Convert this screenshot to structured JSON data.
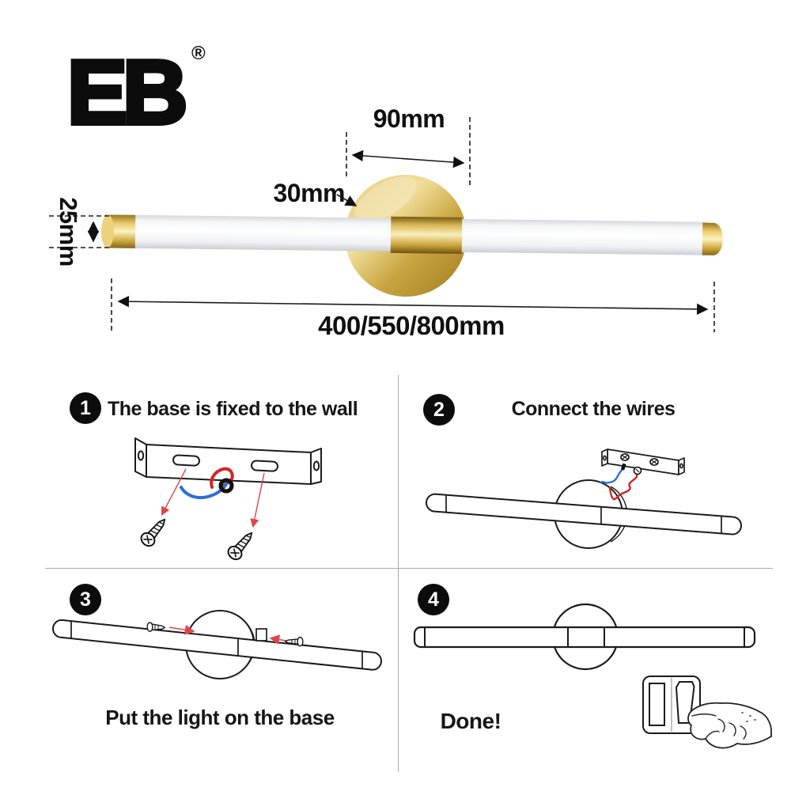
{
  "brand": {
    "logo_text": "EB",
    "registered_mark": "®"
  },
  "product": {
    "dimensions": {
      "base_diameter": "90mm",
      "base_depth": "30mm",
      "tube_diameter": "25mm",
      "length_options": "400/550/800mm"
    },
    "colors": {
      "brass_light": "#f3e5a5",
      "brass_mid": "#c9a53f",
      "brass_dark": "#8a6a1c",
      "tube_white": "#ffffff"
    }
  },
  "steps": [
    {
      "number": "1",
      "caption": "The base is fixed to the wall"
    },
    {
      "number": "2",
      "caption": "Connect the wires"
    },
    {
      "number": "3",
      "caption": "Put the light on the base"
    },
    {
      "number": "4",
      "caption": "Done!"
    }
  ],
  "illustration": {
    "wire_red": "#d32527",
    "wire_blue": "#2b6fd6",
    "arrow_red": "#e04545",
    "outline_black": "#1a1a1a",
    "divider_gray": "#ababab"
  }
}
